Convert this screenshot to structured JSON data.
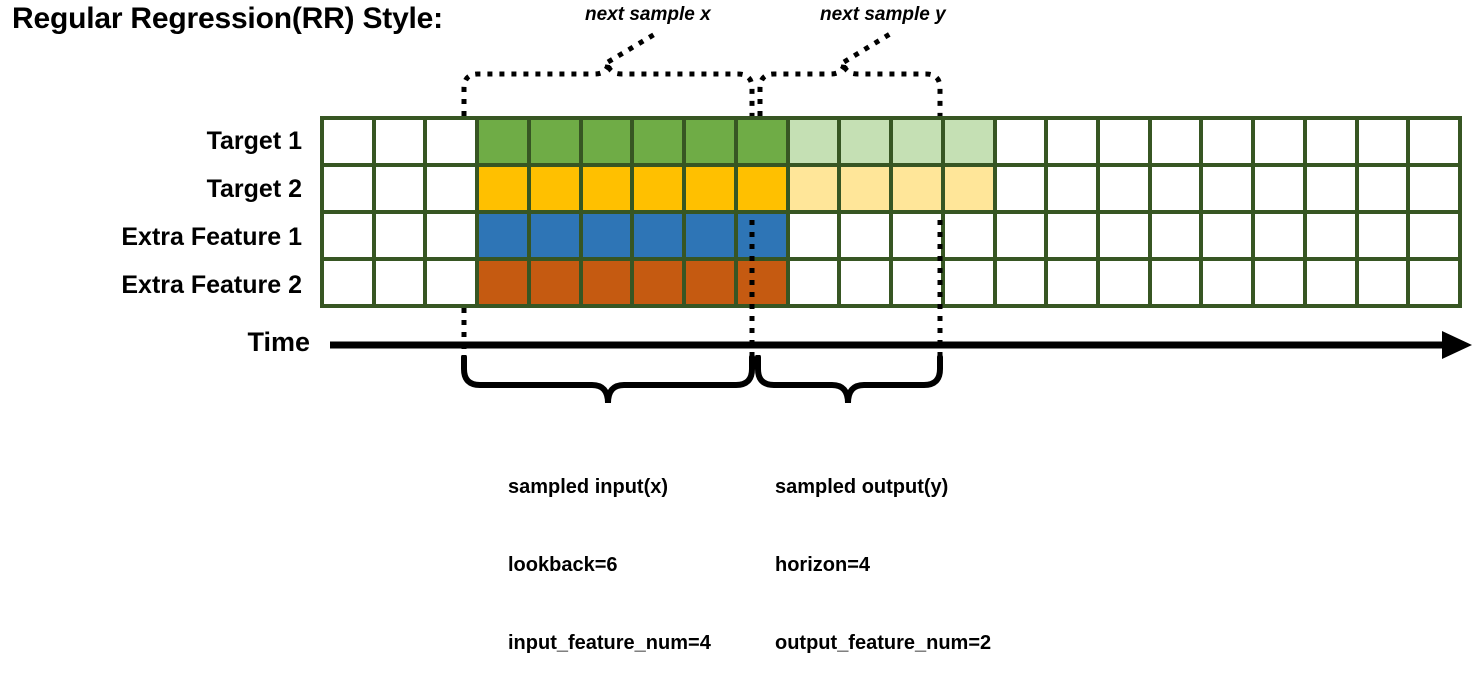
{
  "title": "Regular Regression(RR) Style:",
  "annotations": {
    "next_sample_x": "next sample x",
    "next_sample_y": "next sample y"
  },
  "rows": [
    {
      "label": "Target 1",
      "dark_color": "#6FAC46",
      "light_color": "#C5E0B4",
      "has_light": true
    },
    {
      "label": "Target 2",
      "dark_color": "#FFC000",
      "light_color": "#FFE699",
      "has_light": true
    },
    {
      "label": "Extra Feature 1",
      "dark_color": "#2E75B6",
      "light_color": "#FFFFFF",
      "has_light": false
    },
    {
      "label": "Extra Feature 2",
      "dark_color": "#C55A11",
      "light_color": "#FFFFFF",
      "has_light": false
    }
  ],
  "grid": {
    "total_columns": 22,
    "leading_blank_columns": 3,
    "input_columns": 6,
    "output_columns": 4,
    "border_color": "#375623",
    "empty_color": "#FFFFFF"
  },
  "time_axis": {
    "label": "Time"
  },
  "captions": {
    "input": {
      "line1": "sampled input(x)",
      "line2": "lookback=6",
      "line3": "input_feature_num=4"
    },
    "output": {
      "line1": "sampled output(y)",
      "line2": "horizon=4",
      "line3": "output_feature_num=2"
    }
  },
  "colors": {
    "grid_border": "#375623",
    "target1_dark": "#6FAC46",
    "target1_light": "#C5E0B4",
    "target2_dark": "#FFC000",
    "target2_light": "#FFE699",
    "feature1": "#2E75B6",
    "feature2": "#C55A11",
    "ink": "#000000"
  }
}
